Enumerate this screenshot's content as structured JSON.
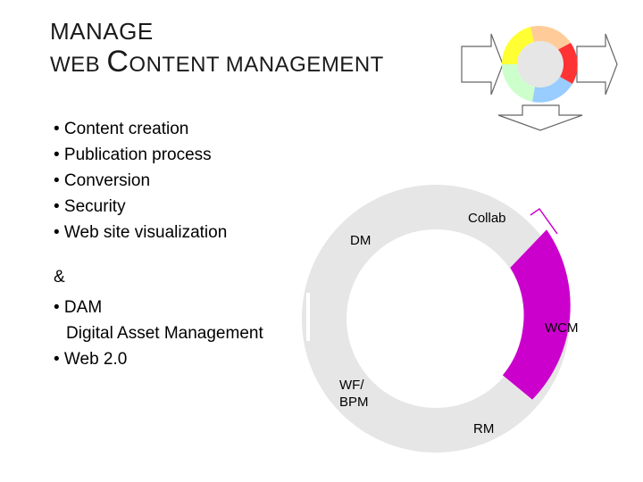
{
  "title": {
    "line1": "MANAGE",
    "line2_prefix": "WEB ",
    "line2_initial": "C",
    "line2_rest": "ONTENT MANAGEMENT"
  },
  "bullets": [
    "• Content creation",
    "• Publication process",
    "• Conversion",
    "• Security",
    "• Web site visualization"
  ],
  "ampersand": "&",
  "extra": {
    "dam": "• DAM",
    "dam_sub": "Digital Asset Management",
    "web20": "• Web 2.0"
  },
  "ring": {
    "segments": {
      "collab": "Collab",
      "dm": "DM",
      "wcm": "WCM",
      "wf_line1": "WF/",
      "wf_line2": "BPM",
      "rm": "RM"
    },
    "highlighted": "WCM",
    "colors": {
      "ring": "#e6e6e6",
      "highlight": "#cc00cc",
      "collab_edge": "#cc00cc"
    }
  },
  "logo": {
    "colors": [
      "#ffff33",
      "#ffcc99",
      "#ff3333",
      "#99ccff",
      "#ccffcc"
    ]
  }
}
